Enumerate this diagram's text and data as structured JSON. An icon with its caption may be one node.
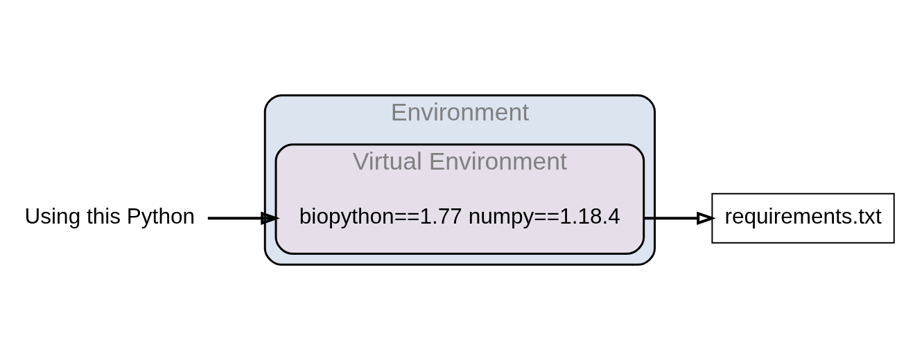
{
  "diagram": {
    "nodes": [
      {
        "text": [
          "Environment"
        ]
      },
      {
        "text": [
          "Virtual Environment"
        ],
        "in": 0
      },
      {
        "text": [
          "biopython==1.77 numpy==1.18.4"
        ],
        "in": 1
      },
      {
        "text": [
          "Using this Python"
        ]
      },
      {
        "text": [
          "requirements.txt"
        ]
      }
    ],
    "edges": [
      {
        "from": 3,
        "to": 2,
        "arrow": "to"
      },
      {
        "from": 2,
        "to": 4,
        "arrow": "to"
      }
    ]
  }
}
